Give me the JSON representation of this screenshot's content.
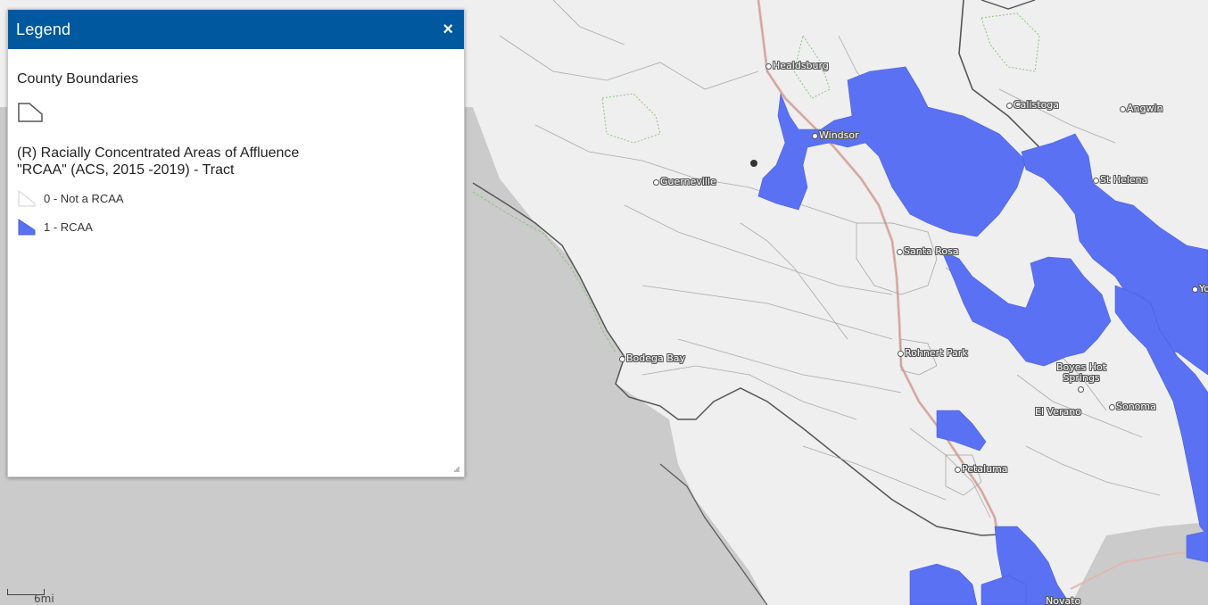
{
  "legend": {
    "title": "Legend",
    "close_glyph": "×",
    "layers": [
      {
        "title": "County Boundaries",
        "symbol": "polygon-outline-icon"
      },
      {
        "title_line1": "(R) Racially Concentrated Areas of Affluence",
        "title_line2": "\"RCAA\" (ACS, 2015 -2019) - Tract",
        "items": [
          {
            "label": "0 - Not a RCAA",
            "fill": "#ffffff"
          },
          {
            "label": "1 - RCAA",
            "fill": "#5b71f4"
          }
        ]
      }
    ]
  },
  "map": {
    "places": {
      "healdsburg": "Healdsburg",
      "windsor": "Windsor",
      "calistoga": "Calistoga",
      "angwin": "Angwin",
      "guerneville": "Guerneville",
      "st_helena": "St Helena",
      "santa_rosa": "Santa Rosa",
      "rohnert_park": "Rohnert Park",
      "bodega_bay": "Bodega Bay",
      "boyes_hot_springs_1": "Boyes Hot",
      "boyes_hot_springs_2": "Springs",
      "el_verano": "El Verano",
      "sonoma": "Sonoma",
      "petaluma": "Petaluma",
      "novato": "Novato",
      "yountville_partial": "Yo"
    },
    "scale_label": "6mi",
    "colors": {
      "land": "#efefef",
      "water": "#cbcbcb",
      "rcaa": "#5b71f4",
      "highway": "#e0b8b0",
      "park_outline": "#8cc47c",
      "county_line": "#555555"
    }
  }
}
